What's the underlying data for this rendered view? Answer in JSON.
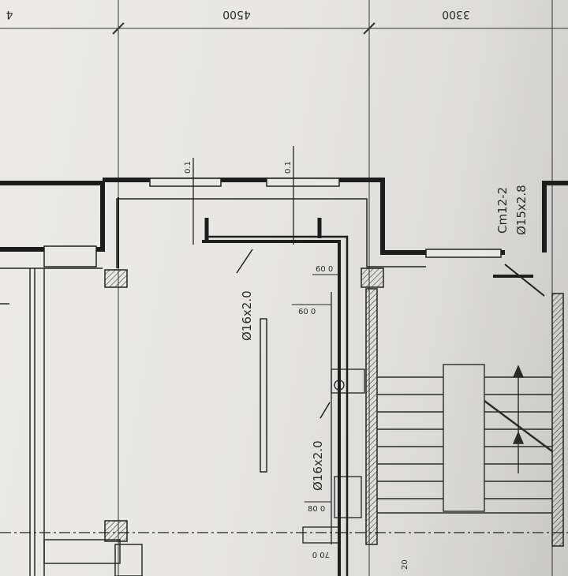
{
  "dimensions": {
    "top_left": "4",
    "span_4500": "4500",
    "span_3300": "3300"
  },
  "pipe_labels": {
    "pipe_vertical_room": "Ø16x2.0",
    "pipe_vertical_shaft": "Ø16x2.0",
    "pipe_right_size": "Ø15x2.8",
    "pipe_right_code": "Cm12-2"
  },
  "small_marks": {
    "window_left": "0.1",
    "window_right": "0.1",
    "mark_60_a": "60 0",
    "mark_60_b": "60 0",
    "mark_80": "80 0",
    "mark_70": "70 0",
    "mark_20": "20"
  },
  "colors": {
    "ink": "#1c1c1c",
    "paper": "#e9e8e4",
    "hatch": "#3a3a3a"
  }
}
